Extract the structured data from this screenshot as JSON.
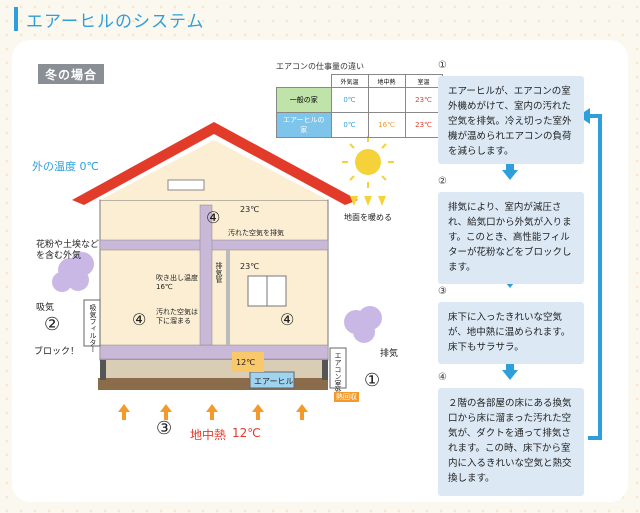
{
  "title": "エアーヒルのシステム",
  "season": "冬の場合",
  "table": {
    "title": "エアコンの仕事量の違い",
    "headers": [
      "外気温",
      "地中熱",
      "室温"
    ],
    "rows": [
      {
        "label": "一般の家",
        "outside": "0℃",
        "ground": "",
        "room": "23℃"
      },
      {
        "label": "エアーヒルの家",
        "outside": "0℃",
        "ground": "16℃",
        "room": "23℃"
      }
    ]
  },
  "house": {
    "outside_temp": "外の温度 0℃",
    "pollen": "花粉や土埃など\nを含む外気",
    "intake": "吸気",
    "block": "ブロック！",
    "filter": "吸気フィルター",
    "upper_temp": "23℃",
    "dirty_air_exhaust": "汚れた空気を排気",
    "outlet_temp": "吹き出し温度\n16℃",
    "dirty_air_down": "汚れた空気は\n下に溜まる",
    "right_room_temp": "23℃",
    "duct": "排気管",
    "base_temp": "12℃",
    "unit": "エアーヒル",
    "ac_outdoor": "エアコン室外機",
    "exhaust": "排気",
    "heat_recover": "熱回収",
    "warm_ground": "地面を暖める",
    "ground_heat": "地中熱",
    "ground_temp": "12℃",
    "markers": [
      "①",
      "②",
      "③",
      "④"
    ]
  },
  "steps": [
    {
      "num": "①",
      "text": "エアーヒルが、エアコンの室外機めがけて、室内の汚れた空気を排気。冷え切った室外機が温められエアコンの負荷を減らします。"
    },
    {
      "num": "②",
      "text": "排気により、室内が減圧され、給気口から外気が入ります。このとき、高性能フィルターが花粉などをブロックします。"
    },
    {
      "num": "③",
      "text": "床下に入ったきれいな空気が、地中熱に温められます。床下もサラサラ。"
    },
    {
      "num": "④",
      "text": "２階の各部屋の床にある換気口から床に溜まった汚れた空気が、ダクトを通って排気されます。この時、床下から室内に入るきれいな空気と熱交換します。"
    }
  ],
  "colors": {
    "accent": "#2f9fdc",
    "roof": "#e23b2a",
    "wall": "#fbeed3",
    "duct": "#c9b8d8"
  }
}
